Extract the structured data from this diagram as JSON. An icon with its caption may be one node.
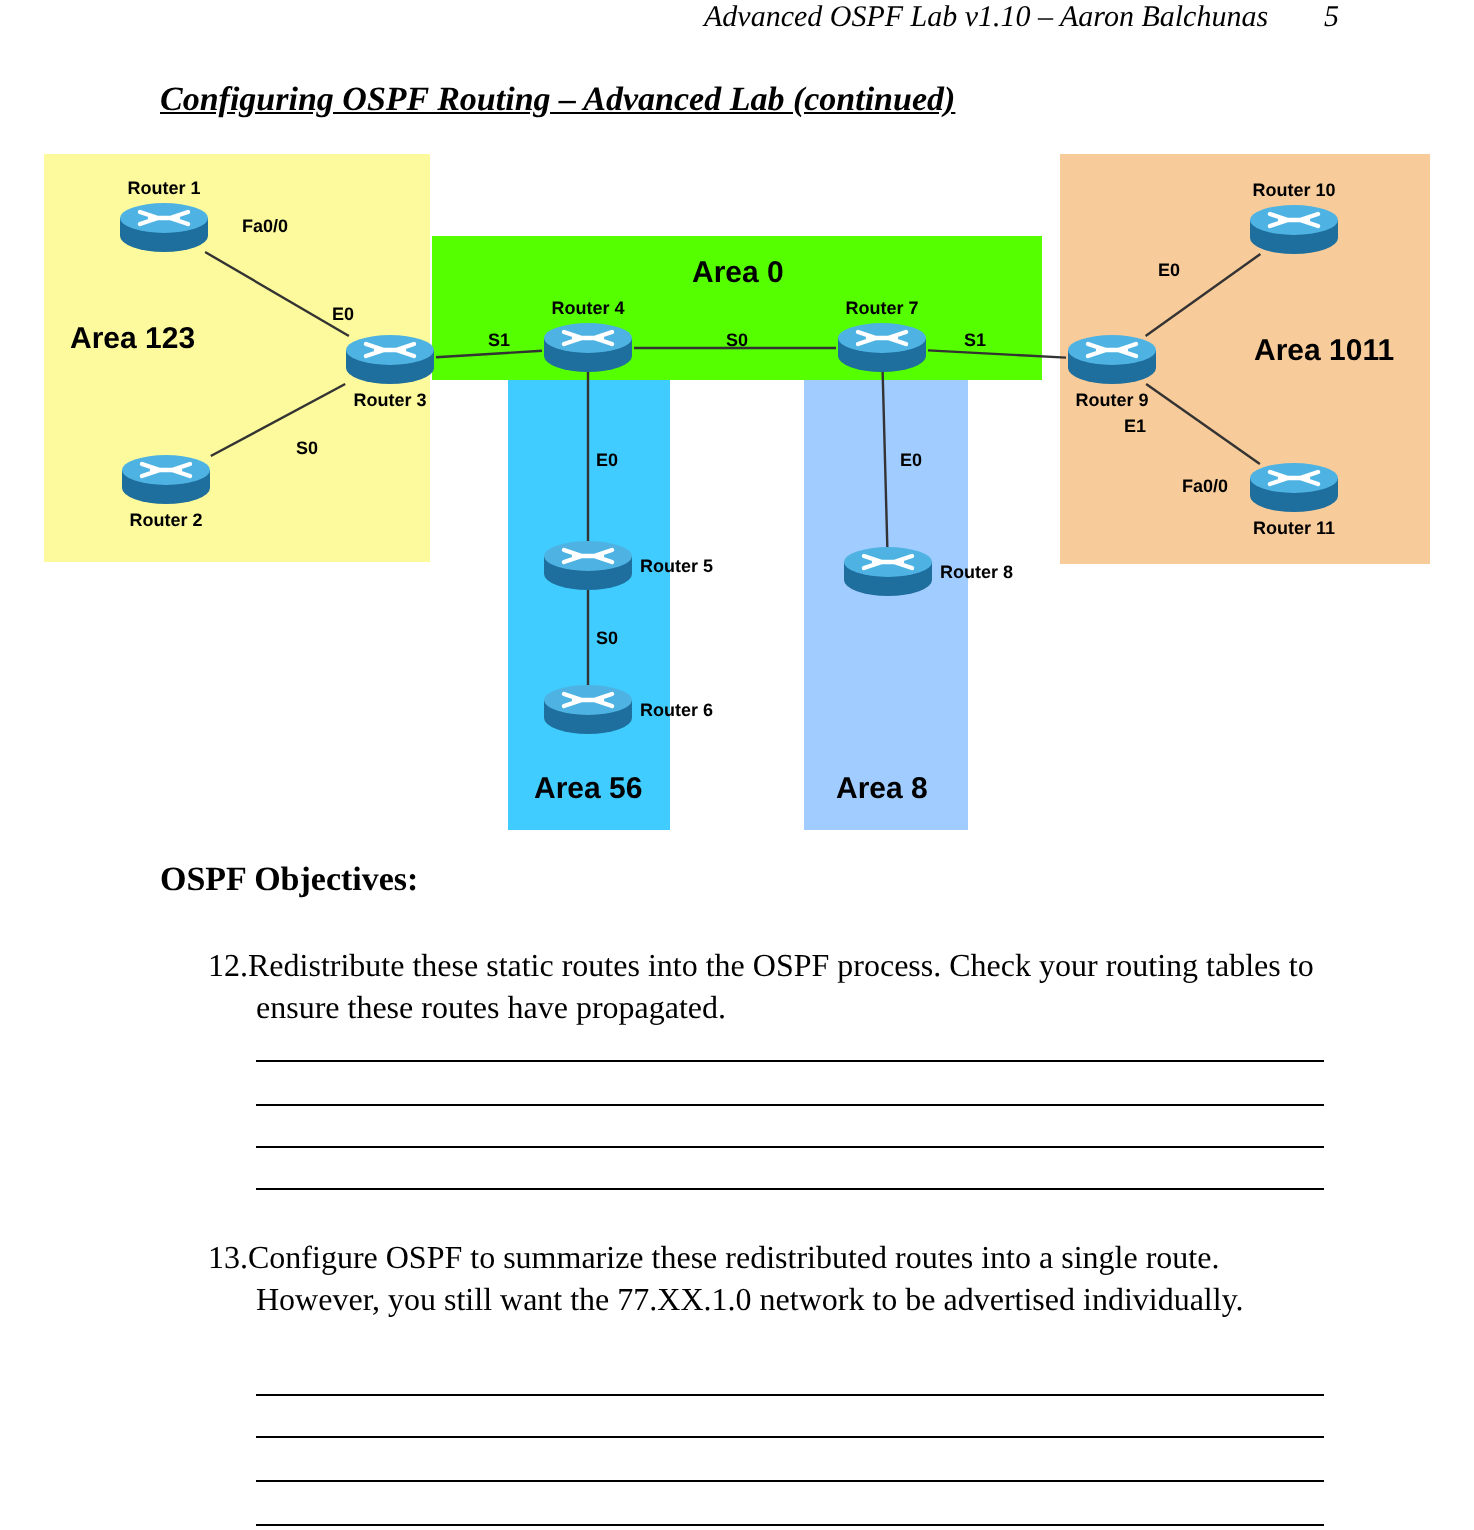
{
  "diagram": {
    "title": "Configuring OSPF Routing – Advanced Lab (continued)",
    "nodes": [
      {
        "text": [
          "Area 123"
        ]
      },
      {
        "text": [
          "Router 1"
        ],
        "in": 0
      },
      {
        "text": [
          "Router 2"
        ],
        "in": 0
      },
      {
        "text": [
          "Router 3"
        ],
        "in": 0
      },
      {
        "text": [
          "Area 0"
        ]
      },
      {
        "text": [
          "Area 56"
        ]
      },
      {
        "text": [
          "Area 8"
        ]
      },
      {
        "text": [
          "Router 4"
        ],
        "in": 4
      },
      {
        "text": [
          "Router 7"
        ],
        "in": 4
      },
      {
        "text": [
          "Router 5"
        ],
        "in": 5
      },
      {
        "text": [
          "Router 6"
        ],
        "in": 5
      },
      {
        "text": [
          "Router 8"
        ],
        "in": 6
      },
      {
        "text": [
          "Area 1011"
        ]
      },
      {
        "text": [
          "Router 9"
        ],
        "in": 12
      },
      {
        "text": [
          "Router 10"
        ],
        "in": 12
      },
      {
        "text": [
          "Router 11"
        ],
        "in": 12
      }
    ],
    "edges": [
      {
        "from": 1,
        "to": 3,
        "arrow": "none"
      },
      {
        "from": 2,
        "to": 3,
        "arrow": "none"
      },
      {
        "from": 3,
        "to": 7,
        "arrow": "none"
      },
      {
        "from": 7,
        "to": 8,
        "arrow": "none"
      },
      {
        "from": 8,
        "to": 13,
        "arrow": "none"
      },
      {
        "from": 7,
        "to": 9,
        "arrow": "none"
      },
      {
        "from": 9,
        "to": 10,
        "arrow": "none"
      },
      {
        "from": 8,
        "to": 11,
        "arrow": "none"
      },
      {
        "from": 13,
        "to": 14,
        "arrow": "none"
      },
      {
        "from": 13,
        "to": 15,
        "arrow": "none"
      }
    ],
    "labels": [
      "Advanced OSPF Lab v1.10 – Aaron Balchunas",
      "5",
      "Fa0/0",
      "E0",
      "E0",
      "S1",
      "S0",
      "S1",
      "E1",
      "S0",
      "E0",
      "E0",
      "Fa0/0",
      "S0",
      "OSPF Objectives:",
      "12.Redistribute these static routes into the OSPF process. Check your routing tables to ensure these routes have propagated.",
      "13.Configure OSPF to summarize these redistributed routes into a single route. However, you still want the 77.XX.1.0 network to be advertised individually."
    ]
  }
}
